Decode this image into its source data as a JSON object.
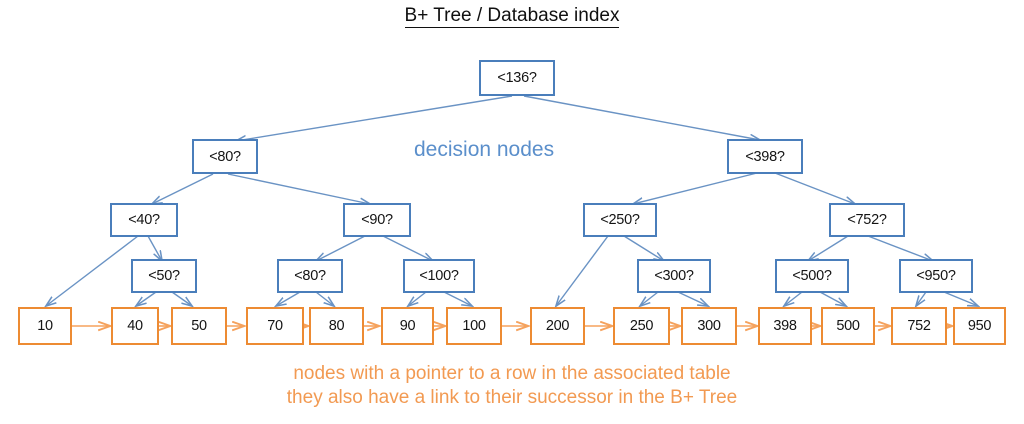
{
  "title": {
    "text": "B+ Tree / Database index"
  },
  "annotations": {
    "decision_label": "decision nodes",
    "caption_line1": "nodes with a pointer to a row in the associated table",
    "caption_line2": "they also have a link to their successor in the B+ Tree"
  },
  "colors": {
    "decision_border": "#4A7EBB",
    "decision_text_label": "#5B8FCB",
    "leaf_border": "#ED8B33",
    "caption_text": "#F29A52",
    "edge_line": "#6A93C4",
    "leaf_link": "#F5A25D",
    "node_text": "#141414",
    "title_text": "#101010"
  },
  "tree": {
    "root": {
      "id": "n136",
      "label": "<136?"
    },
    "level2": [
      {
        "id": "n80a",
        "label": "<80?"
      },
      {
        "id": "n398",
        "label": "<398?"
      }
    ],
    "level3": [
      {
        "id": "n40",
        "label": "<40?"
      },
      {
        "id": "n90",
        "label": "<90?"
      },
      {
        "id": "n250",
        "label": "<250?"
      },
      {
        "id": "n752",
        "label": "<752?"
      }
    ],
    "level4": [
      {
        "id": "n50",
        "label": "<50?"
      },
      {
        "id": "n80b",
        "label": "<80?"
      },
      {
        "id": "n100",
        "label": "<100?"
      },
      {
        "id": "n300",
        "label": "<300?"
      },
      {
        "id": "n500",
        "label": "<500?"
      },
      {
        "id": "n950",
        "label": "<950?"
      }
    ],
    "leaves": [
      {
        "id": "L10",
        "label": "10"
      },
      {
        "id": "L40",
        "label": "40"
      },
      {
        "id": "L50",
        "label": "50"
      },
      {
        "id": "L70",
        "label": "70"
      },
      {
        "id": "L80",
        "label": "80"
      },
      {
        "id": "L90",
        "label": "90"
      },
      {
        "id": "L100",
        "label": "100"
      },
      {
        "id": "L200",
        "label": "200"
      },
      {
        "id": "L250",
        "label": "250"
      },
      {
        "id": "L300",
        "label": "300"
      },
      {
        "id": "L398",
        "label": "398"
      },
      {
        "id": "L500",
        "label": "500"
      },
      {
        "id": "L752",
        "label": "752"
      },
      {
        "id": "L950",
        "label": "950"
      }
    ]
  }
}
